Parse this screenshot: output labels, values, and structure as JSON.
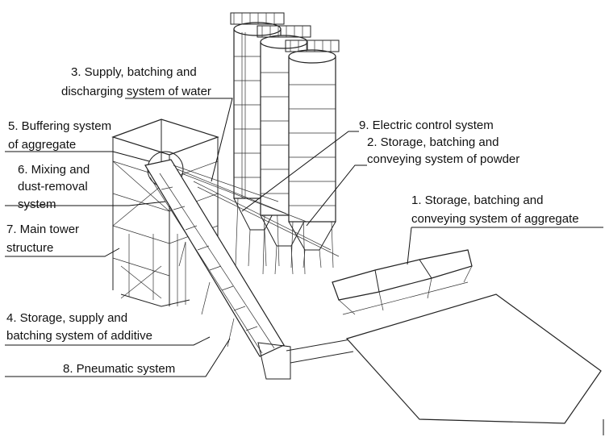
{
  "labels": {
    "l1a": "1. Storage, batching and",
    "l1b": "conveying system of aggregate",
    "l2a": "2. Storage, batching and",
    "l2b": "conveying  system of powder",
    "l3a": "3. Supply, batching and",
    "l3b": "discharging system of water",
    "l4a": "4. Storage, supply and",
    "l4b": "batching system of additive",
    "l5a": "5. Buffering system",
    "l5b": "of aggregate",
    "l6a": "6. Mixing and",
    "l6b": "dust-removal",
    "l6c": "system",
    "l7a": "7. Main tower",
    "l7b": "structure",
    "l8": "8. Pneumatic system",
    "l9": "9. Electric control system"
  }
}
